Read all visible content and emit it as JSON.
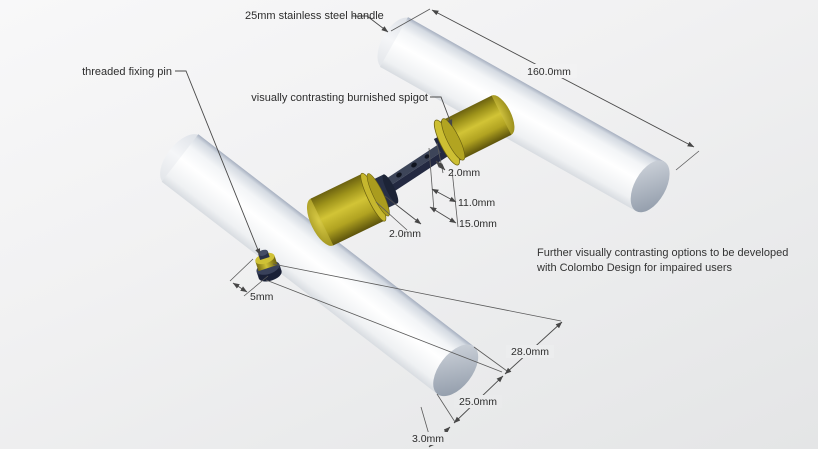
{
  "labels": {
    "handle": "25mm stainless steel handle",
    "fixing_pin": "threaded fixing pin",
    "spigot": "visually contrasting burnished spigot"
  },
  "note": {
    "line1": "Further visually contrasting options to be developed",
    "line2": "with Colombo Design for impaired users"
  },
  "dims": {
    "handle_length": "160.0mm",
    "hole_diameter": "2.0mm",
    "spindle_offset": "11.0mm",
    "spindle_depth": "15.0mm",
    "spigot_gap": "2.0mm",
    "pin_diameter": "5mm",
    "end_offset": "28.0mm",
    "handle_diameter": "25.0mm",
    "edge_chamfer": "3.0mm"
  },
  "colors": {
    "background": "#efefef",
    "handle_steel": "#f4f6f8",
    "handle_shadow": "#a7b0c0",
    "spigot_brass": "#c9ba2d",
    "spindle_navy": "#2a3145",
    "dimension_line": "#4a4a4a",
    "text": "#2d2d2d"
  }
}
